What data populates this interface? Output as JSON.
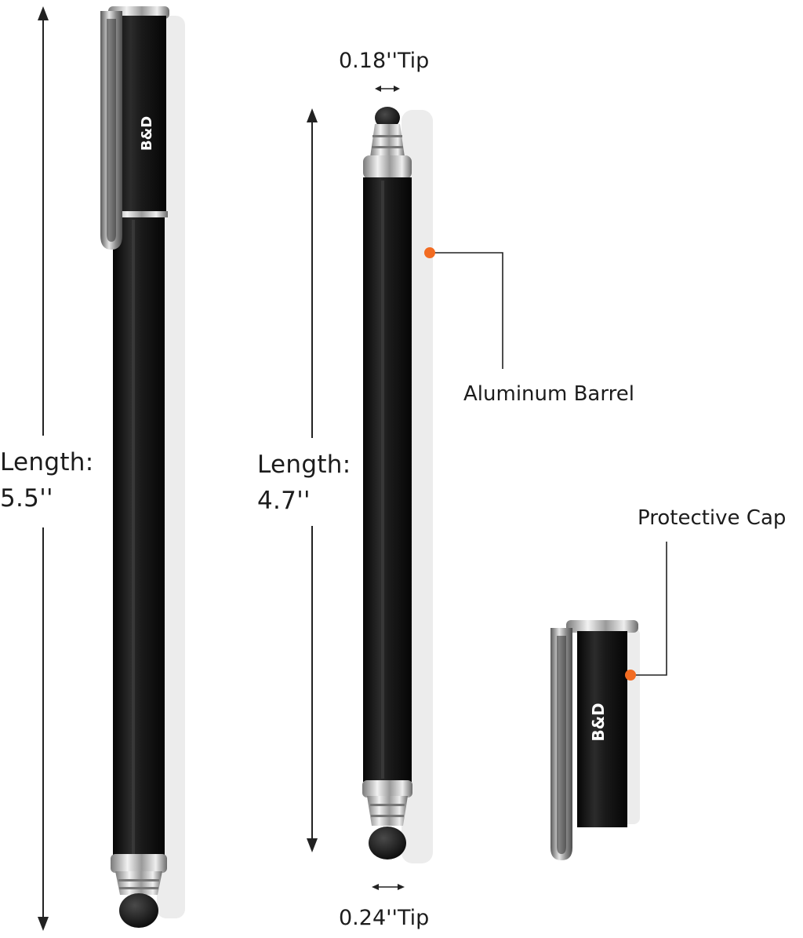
{
  "pen_long": {
    "length_label": "Length:",
    "length_value": "5.5''"
  },
  "pen_short": {
    "length_label": "Length:",
    "length_value": "4.7''",
    "top_tip_label": "0.18''Tip",
    "bottom_tip_label": "0.24''Tip"
  },
  "callouts": {
    "barrel_label": "Aluminum Barrel",
    "cap_label": "Protective Cap"
  },
  "brand": {
    "logo_text": "B&D"
  },
  "colors": {
    "barrel_black": "#141414",
    "chrome": "#c9c9c9",
    "callout_dot": "#f26b21",
    "line": "#222222"
  }
}
